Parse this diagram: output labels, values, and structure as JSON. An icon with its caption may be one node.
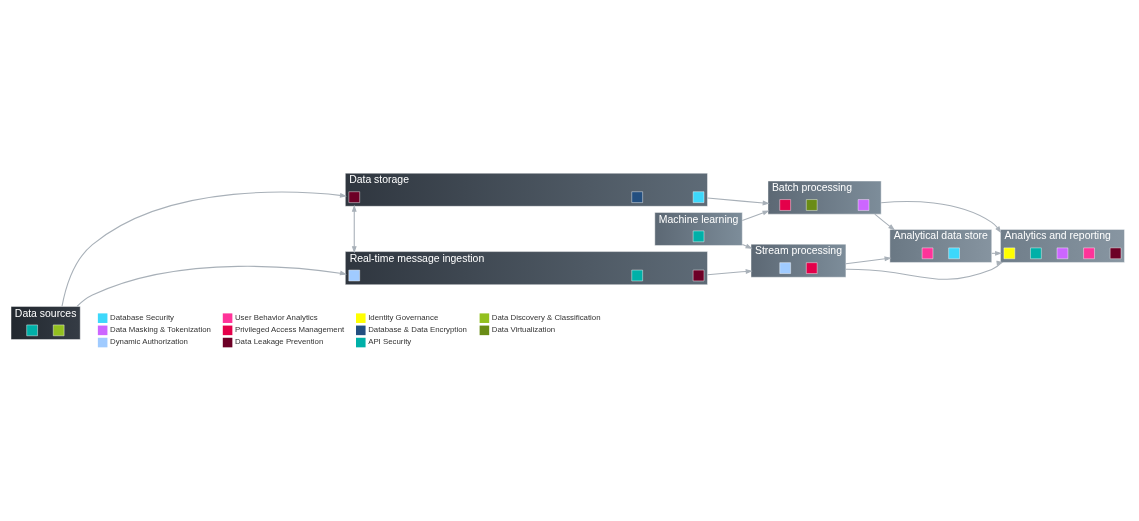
{
  "diagram": {
    "nodes": [
      {
        "text": [
          "Data sources"
        ]
      },
      {
        "text": [],
        "shape": "box",
        "in": 0
      },
      {
        "text": [],
        "shape": "box",
        "in": 0
      },
      {
        "text": [
          "Data storage"
        ]
      },
      {
        "text": [],
        "shape": "box",
        "in": 3
      },
      {
        "text": [],
        "shape": "box",
        "in": 3
      },
      {
        "text": [],
        "shape": "box",
        "in": 3
      },
      {
        "text": [
          "Real-time message ingestion"
        ]
      },
      {
        "text": [],
        "shape": "box",
        "in": 7
      },
      {
        "text": [],
        "shape": "box",
        "in": 7
      },
      {
        "text": [],
        "shape": "box",
        "in": 7
      },
      {
        "text": [
          "Batch processing"
        ]
      },
      {
        "text": [],
        "shape": "box",
        "in": 11
      },
      {
        "text": [],
        "shape": "box",
        "in": 11
      },
      {
        "text": [],
        "shape": "box",
        "in": 11
      },
      {
        "text": [
          "Machine learning"
        ]
      },
      {
        "text": [],
        "shape": "box",
        "in": 15
      },
      {
        "text": [
          "Stream processing"
        ]
      },
      {
        "text": [],
        "shape": "box",
        "in": 17
      },
      {
        "text": [],
        "shape": "box",
        "in": 17
      },
      {
        "text": [
          "Analytical data store"
        ]
      },
      {
        "text": [],
        "shape": "box",
        "in": 20
      },
      {
        "text": [],
        "shape": "box",
        "in": 20
      },
      {
        "text": [
          "Analytics and reporting"
        ]
      },
      {
        "text": [],
        "shape": "box",
        "in": 23
      },
      {
        "text": [],
        "shape": "box",
        "in": 23
      },
      {
        "text": [],
        "shape": "box",
        "in": 23
      },
      {
        "text": [],
        "shape": "box",
        "in": 23
      },
      {
        "text": [],
        "shape": "box",
        "in": 23
      }
    ],
    "edges": [
      {
        "from": 0,
        "to": 3,
        "arrow": "to"
      },
      {
        "from": 0,
        "to": 7,
        "arrow": "to"
      },
      {
        "from": 3,
        "to": 7,
        "arrow": "both"
      },
      {
        "from": 3,
        "to": 11,
        "arrow": "to"
      },
      {
        "from": 7,
        "to": 17,
        "arrow": "to"
      },
      {
        "from": 15,
        "to": 11,
        "arrow": "to"
      },
      {
        "from": 15,
        "to": 17,
        "arrow": "to"
      },
      {
        "from": 11,
        "to": 23,
        "arrow": "to"
      },
      {
        "from": 11,
        "to": 20,
        "arrow": "to"
      },
      {
        "from": 17,
        "to": 20,
        "arrow": "to"
      },
      {
        "from": 17,
        "to": 23,
        "arrow": "to"
      },
      {
        "from": 20,
        "to": 23,
        "arrow": "to"
      }
    ],
    "legend": [
      {
        "text": "Database Security",
        "color": "#3dd8fb"
      },
      {
        "text": "User Behavior Analytics",
        "color": "#ff3399"
      },
      {
        "text": "Identity Governance",
        "color": "#ffff00"
      },
      {
        "text": "Data Discovery & Classification",
        "color": "#93c01f"
      },
      {
        "text": "Data Masking & Tokenization",
        "color": "#cc66ff"
      },
      {
        "text": "Privileged Access Management",
        "color": "#e4004a"
      },
      {
        "text": "Database & Data Encryption",
        "color": "#234f80"
      },
      {
        "text": "Data Virtualization",
        "color": "#6a8c16"
      },
      {
        "text": "Dynamic Authorization",
        "color": "#a0cbff"
      },
      {
        "text": "Data Leakage Prevention",
        "color": "#6d0026"
      },
      {
        "text": "API Security",
        "color": "#00b0a8"
      }
    ]
  }
}
